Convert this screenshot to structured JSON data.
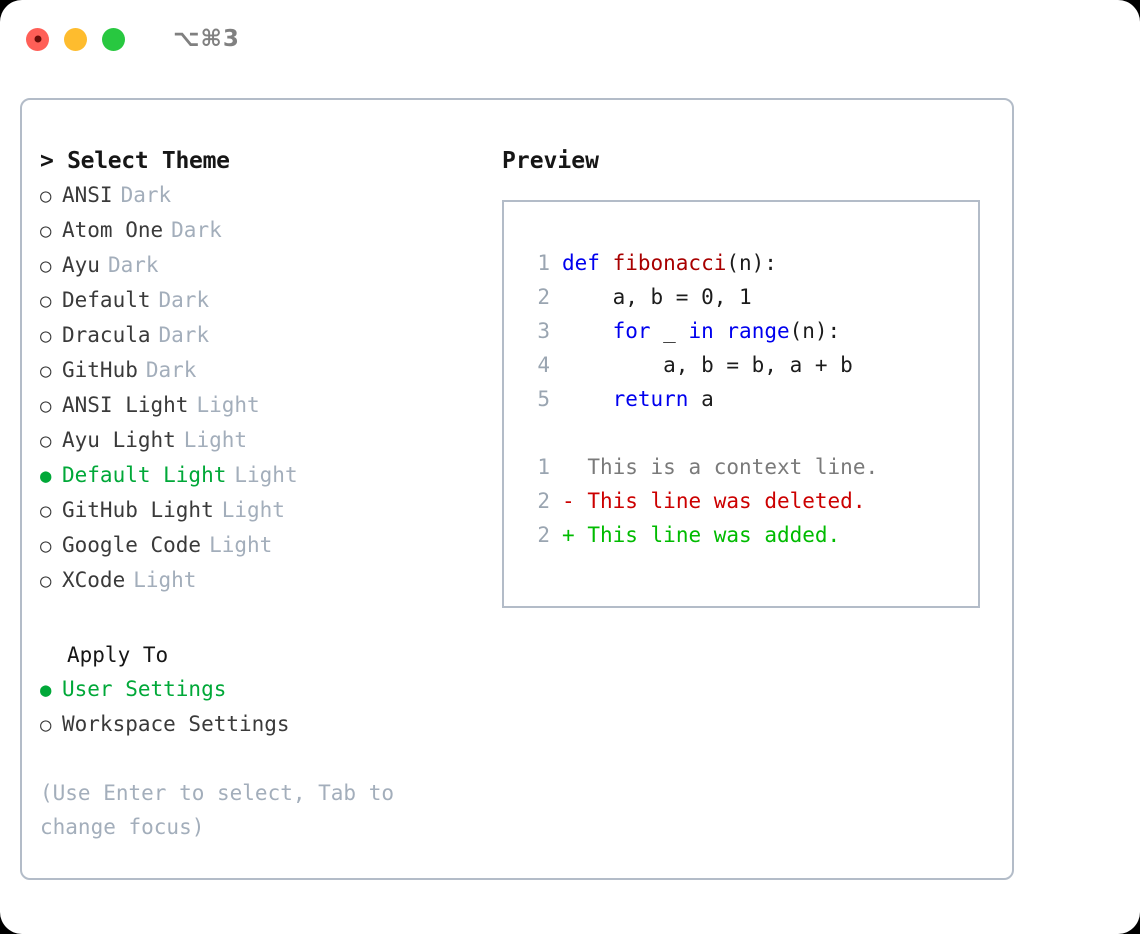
{
  "titlebar": {
    "lights": [
      {
        "name": "close",
        "color": "#ff5f57"
      },
      {
        "name": "minimize",
        "color": "#febc2e"
      },
      {
        "name": "zoom",
        "color": "#28c840"
      }
    ],
    "shortcut": "⌥⌘3"
  },
  "left": {
    "header_prompt": "> Select Theme",
    "themes": [
      {
        "marker": "○",
        "label": "ANSI",
        "kind": "Dark",
        "selected": false
      },
      {
        "marker": "○",
        "label": "Atom One",
        "kind": "Dark",
        "selected": false
      },
      {
        "marker": "○",
        "label": "Ayu",
        "kind": "Dark",
        "selected": false
      },
      {
        "marker": "○",
        "label": "Default",
        "kind": "Dark",
        "selected": false
      },
      {
        "marker": "○",
        "label": "Dracula",
        "kind": "Dark",
        "selected": false
      },
      {
        "marker": "○",
        "label": "GitHub",
        "kind": "Dark",
        "selected": false
      },
      {
        "marker": "○",
        "label": "ANSI Light",
        "kind": "Light",
        "selected": false
      },
      {
        "marker": "○",
        "label": "Ayu Light",
        "kind": "Light",
        "selected": false
      },
      {
        "marker": "●",
        "label": "Default Light",
        "kind": "Light",
        "selected": true
      },
      {
        "marker": "○",
        "label": "GitHub Light",
        "kind": "Light",
        "selected": false
      },
      {
        "marker": "○",
        "label": "Google Code",
        "kind": "Light",
        "selected": false
      },
      {
        "marker": "○",
        "label": "XCode",
        "kind": "Light",
        "selected": false
      }
    ],
    "apply_to_title": "Apply To",
    "apply_to": [
      {
        "marker": "●",
        "label": "User Settings",
        "selected": true
      },
      {
        "marker": "○",
        "label": "Workspace Settings",
        "selected": false
      }
    ],
    "hint": "(Use Enter to select, Tab to change focus)"
  },
  "preview": {
    "title": "Preview",
    "code_lines": [
      {
        "no": "1",
        "tokens": [
          {
            "t": "def ",
            "c": "kw"
          },
          {
            "t": "fibonacci",
            "c": "fn"
          },
          {
            "t": "(n):",
            "c": "pl"
          }
        ]
      },
      {
        "no": "2",
        "tokens": [
          {
            "t": "    a, b = 0, 1",
            "c": "pl"
          }
        ]
      },
      {
        "no": "3",
        "tokens": [
          {
            "t": "    ",
            "c": "pl"
          },
          {
            "t": "for",
            "c": "kw"
          },
          {
            "t": " _ ",
            "c": "pl"
          },
          {
            "t": "in",
            "c": "kw"
          },
          {
            "t": " ",
            "c": "pl"
          },
          {
            "t": "range",
            "c": "kw"
          },
          {
            "t": "(n):",
            "c": "pl"
          }
        ]
      },
      {
        "no": "4",
        "tokens": [
          {
            "t": "        a, b = b, a + b",
            "c": "pl"
          }
        ]
      },
      {
        "no": "5",
        "tokens": [
          {
            "t": "    ",
            "c": "pl"
          },
          {
            "t": "return",
            "c": "kw"
          },
          {
            "t": " a",
            "c": "pl"
          }
        ]
      }
    ],
    "diff_lines": [
      {
        "no": "1",
        "sign": " ",
        "text": "This is a context line.",
        "kind": "ctx"
      },
      {
        "no": "2",
        "sign": "-",
        "text": "This line was deleted.",
        "kind": "del"
      },
      {
        "no": "2",
        "sign": "+",
        "text": "This line was added.",
        "kind": "add"
      }
    ]
  },
  "colors": {
    "selected_green": "#00a838",
    "muted": "#a3aebb",
    "lineno": "#9aa5b1",
    "keyword_blue": "#0000ee",
    "function_red": "#a80000",
    "diff_del_red": "#cc0000",
    "diff_add_green": "#00bb00",
    "border": "#b3bcc8"
  }
}
